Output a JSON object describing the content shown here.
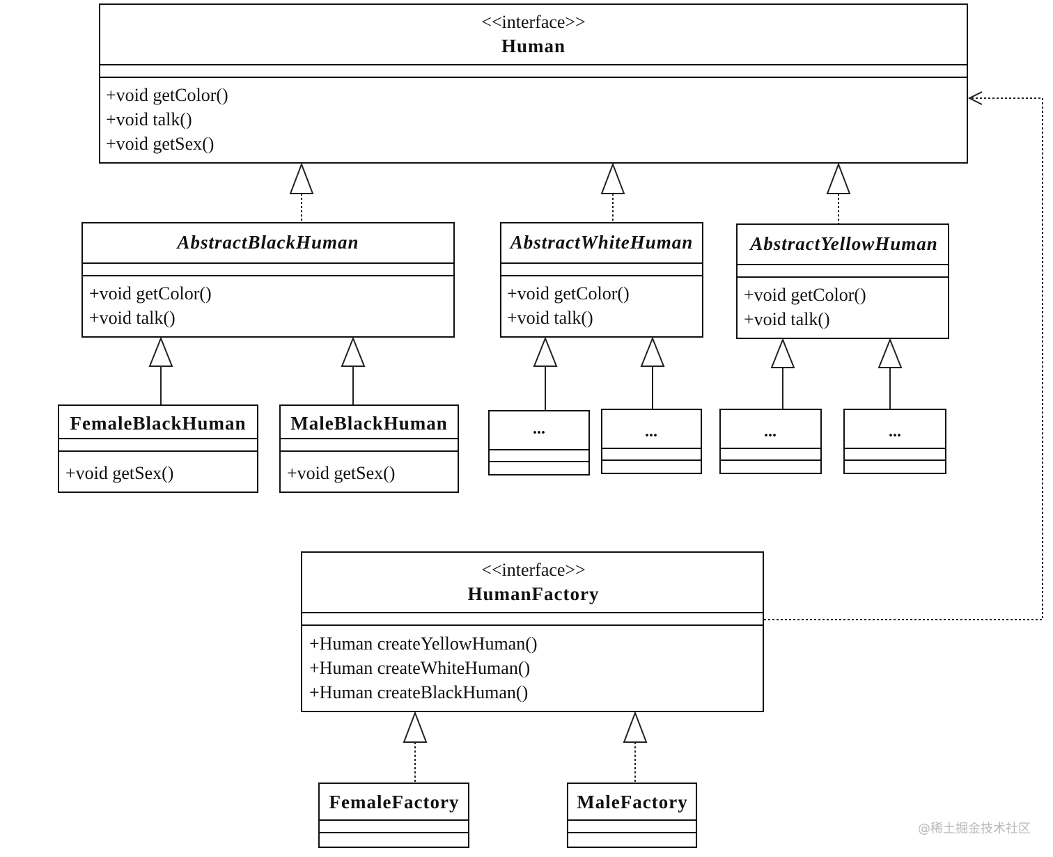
{
  "human": {
    "stereotype": "<<interface>>",
    "name": "Human",
    "methods": [
      "+void getColor()",
      "+void talk()",
      "+void getSex()"
    ]
  },
  "abstract_black": {
    "name": "AbstractBlackHuman",
    "methods": [
      "+void getColor()",
      "+void talk()"
    ]
  },
  "abstract_white": {
    "name": "AbstractWhiteHuman",
    "methods": [
      "+void getColor()",
      "+void talk()"
    ]
  },
  "abstract_yellow": {
    "name": "AbstractYellowHuman",
    "methods": [
      "+void getColor()",
      "+void talk()"
    ]
  },
  "female_black": {
    "name": "FemaleBlackHuman",
    "methods": [
      "+void getSex()"
    ]
  },
  "male_black": {
    "name": "MaleBlackHuman",
    "methods": [
      "+void getSex()"
    ]
  },
  "placeholders": [
    "...",
    "...",
    "...",
    "..."
  ],
  "human_factory": {
    "stereotype": "<<interface>>",
    "name": "HumanFactory",
    "methods": [
      "+Human createYellowHuman()",
      "+Human createWhiteHuman()",
      "+Human createBlackHuman()"
    ]
  },
  "female_factory": {
    "name": "FemaleFactory"
  },
  "male_factory": {
    "name": "MaleFactory"
  },
  "watermark": "@稀土掘金技术社区"
}
